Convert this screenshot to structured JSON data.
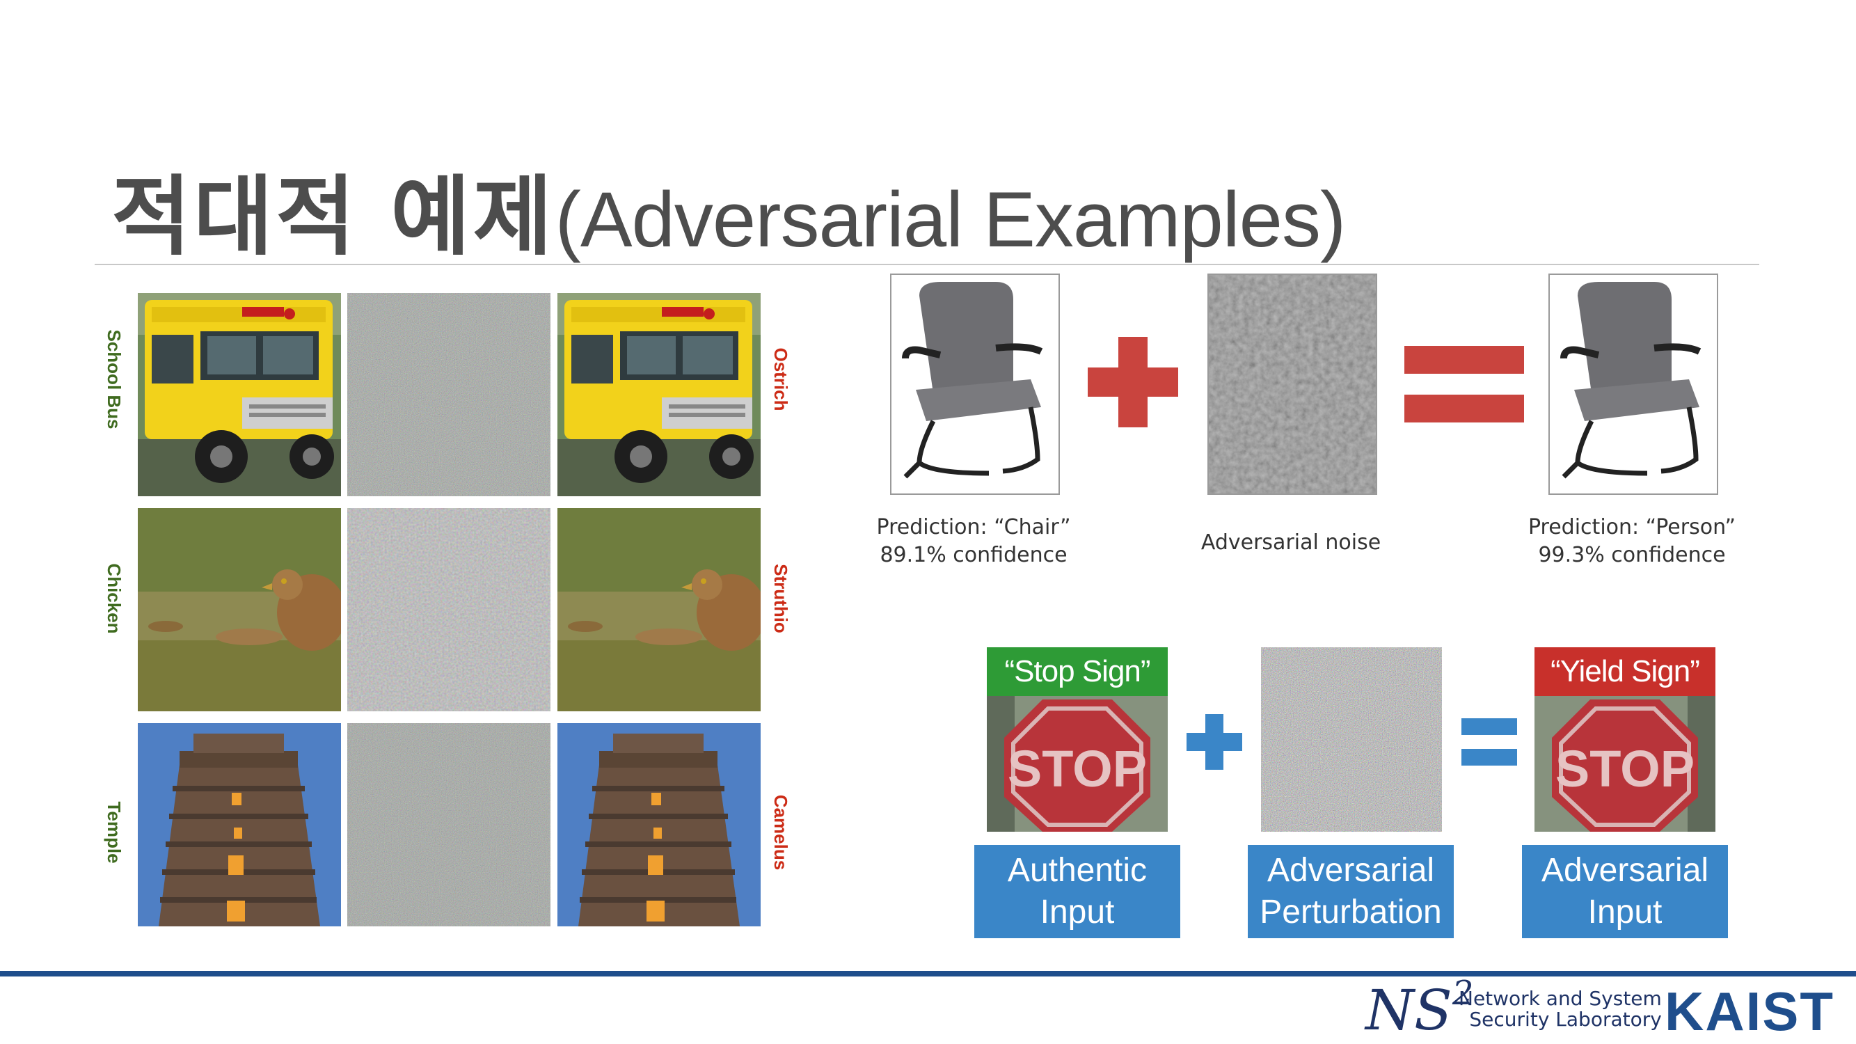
{
  "slide": {
    "title_korean": "적대적 예제",
    "title_english": "(Adversarial Examples)"
  },
  "left_figure": {
    "rows": [
      {
        "original_label": "School Bus",
        "adversarial_label": "Ostrich"
      },
      {
        "original_label": "Chicken",
        "adversarial_label": "Struthio"
      },
      {
        "original_label": "Temple",
        "adversarial_label": "Camelus"
      }
    ]
  },
  "chair_figure": {
    "left_caption_line1": "Prediction: “Chair”",
    "left_caption_line2": "89.1% confidence",
    "middle_caption": "Adversarial noise",
    "right_caption_line1": "Prediction: “Person”",
    "right_caption_line2": "99.3% confidence",
    "operator_color": "#c9443e"
  },
  "sign_figure": {
    "left_banner": "“Stop Sign”",
    "left_banner_color": "#2e9b36",
    "right_banner": "“Yield Sign”",
    "right_banner_color": "#c8302b",
    "stop_text": "STOP",
    "box1_line1": "Authentic",
    "box1_line2": "Input",
    "box2_line1": "Adversarial",
    "box2_line2": "Perturbation",
    "box3_line1": "Adversarial",
    "box3_line2": "Input",
    "box_color": "#3a86c8",
    "operator_color": "#3a86c8"
  },
  "footer": {
    "lab_logo": "NS",
    "lab_logo_sup": "2",
    "lab_name_line1": "Network and System",
    "lab_name_line2": "Security Laboratory",
    "university": "KAIST",
    "rule_color": "#1f4e8c"
  }
}
